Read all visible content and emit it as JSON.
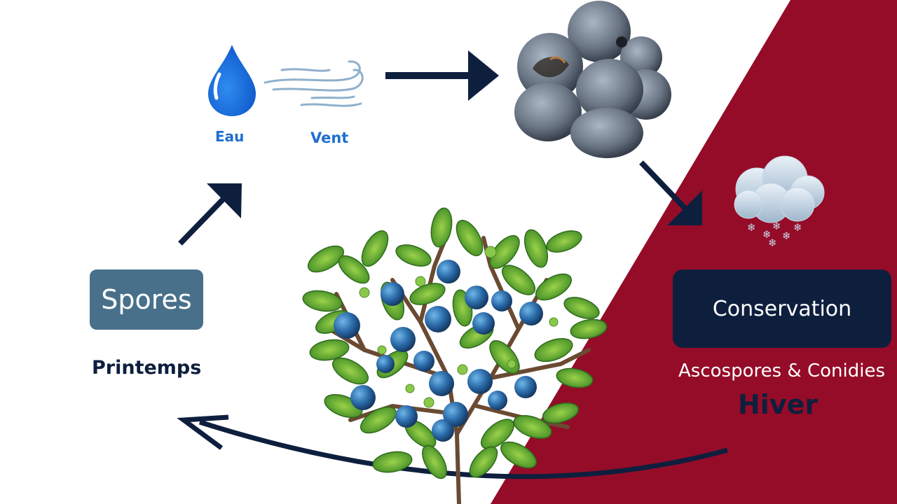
{
  "labels": {
    "eau": "Eau",
    "vent": "Vent",
    "spores": "Spores",
    "printemps": "Printemps",
    "conservation": "Conservation",
    "ascospores": "Ascospores & Conidies",
    "hiver": "Hiver"
  },
  "colors": {
    "winter_bg": "#950c28",
    "navy": "#0e1f3e",
    "spores_box": "#48708a",
    "water_blue": "#1f6fd0",
    "berry_blue": "#2f6fa8",
    "leaf_green": "#7cbf3a"
  },
  "icons": [
    "water-drop-icon",
    "wind-icon",
    "mummified-berries-icon",
    "snow-cloud-icon",
    "blueberry-bush-icon"
  ]
}
